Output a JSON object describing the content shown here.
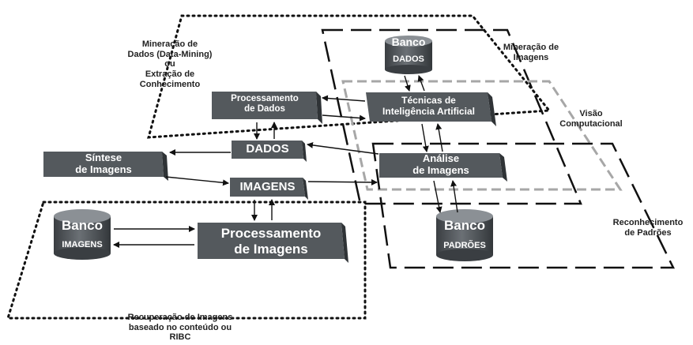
{
  "regions": {
    "mineracao_dados": "Mineração de\nDados (Data-Mining)\nou\nExtração de\nConhecimento",
    "mineracao_imagens": "Mineração de\nImagens",
    "visao_computacional": "Visão\nComputacional",
    "reconhecimento_padroes": "Reconhecimento\nde Padrões",
    "recuperacao_imagens": "Recuperação de Imagens\nbaseado no conteúdo ou\nRIBC"
  },
  "boxes": {
    "processamento_dados": "Processamento\nde Dados",
    "tecnicas_ia": "Técnicas de\nInteligência Artificial",
    "dados": "DADOS",
    "sintese": "Síntese\nde Imagens",
    "analise": "Análise\nde Imagens",
    "imagens": "IMAGENS",
    "processamento_imagens": "Processamento\nde Imagens"
  },
  "databases": {
    "banco_dados": {
      "top": "Banco",
      "bottom": "DADOS"
    },
    "banco_imagens": {
      "top": "Banco",
      "bottom": "IMAGENS"
    },
    "banco_padroes": {
      "top": "Banco",
      "bottom": "PADRÕES"
    }
  },
  "colors": {
    "box_fill": "#54595d",
    "box_top": "#7c8186",
    "box_side": "#2f3336",
    "line": "#111111",
    "gray_dash": "#a7a7a7"
  }
}
